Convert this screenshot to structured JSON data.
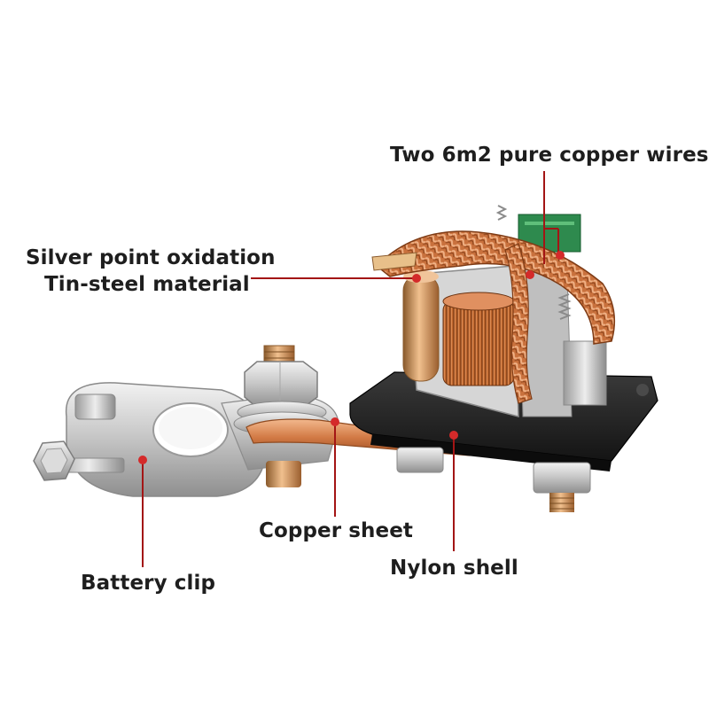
{
  "labels": {
    "wires": "Two 6m2 pure copper wires",
    "silver_line1": "Silver point oxidation",
    "silver_line2": "Tin-steel material",
    "copper_sheet": "Copper sheet",
    "nylon_shell": "Nylon shell",
    "battery_clip": "Battery clip"
  },
  "colors": {
    "leader_line": "#a31515",
    "leader_dot": "#d42a2a",
    "label_text": "#1e1e1e"
  }
}
